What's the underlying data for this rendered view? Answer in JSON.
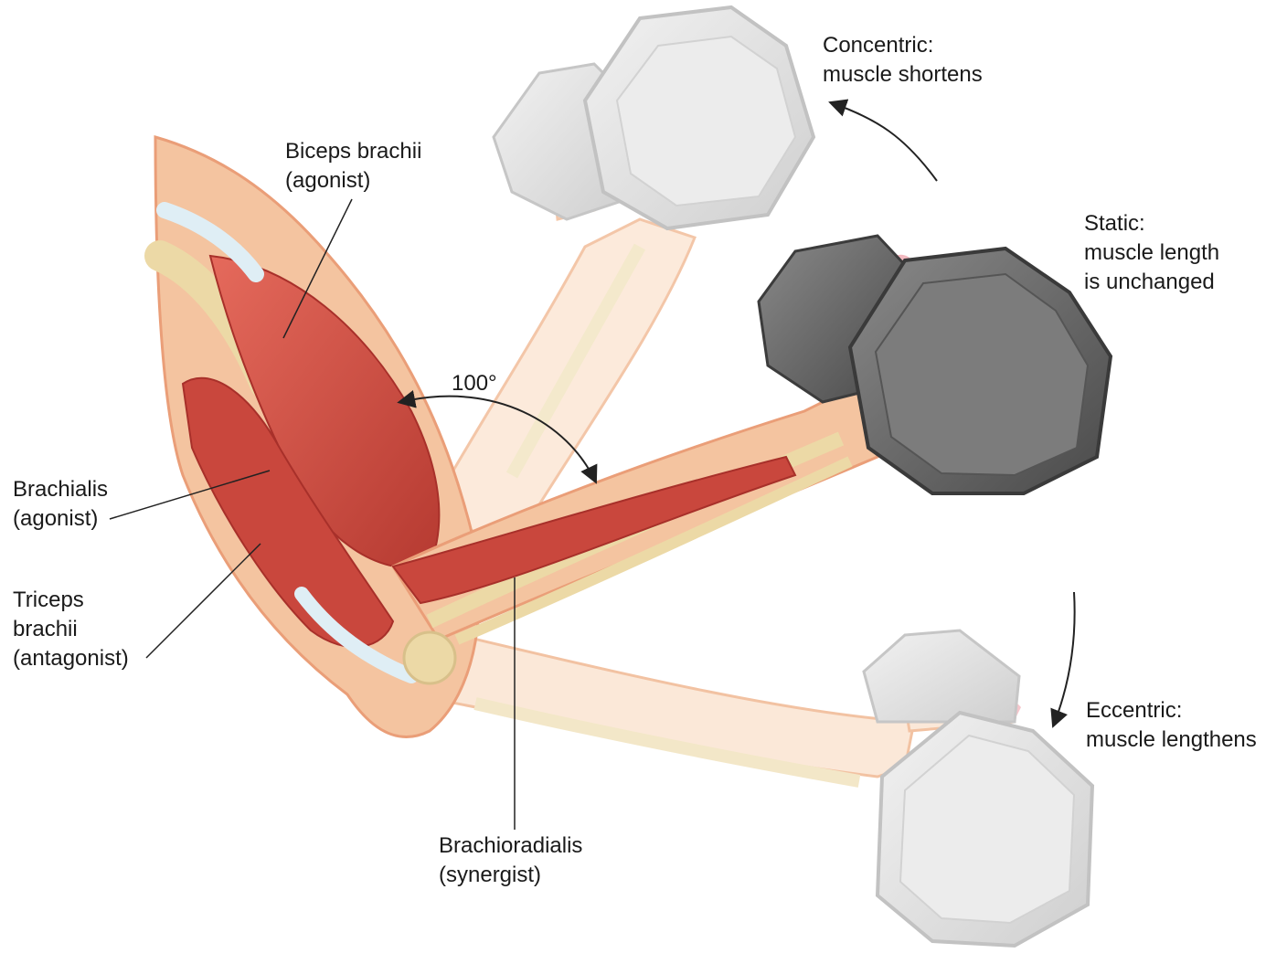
{
  "labels": {
    "biceps": {
      "line1": "Biceps brachii",
      "line2": "(agonist)"
    },
    "brachialis": {
      "line1": "Brachialis",
      "line2": "(agonist)"
    },
    "triceps": {
      "line1": "Triceps",
      "line2": "brachii",
      "line3": "(antagonist)"
    },
    "brachioradialis": {
      "line1": "Brachioradialis",
      "line2": "(synergist)"
    },
    "angle": "100°",
    "concentric": {
      "line1": "Concentric:",
      "line2": "muscle shortens"
    },
    "static": {
      "line1": "Static:",
      "line2": "muscle length",
      "line3": "is unchanged"
    },
    "eccentric": {
      "line1": "Eccentric:",
      "line2": "muscle lengthens"
    }
  },
  "colors": {
    "skin": "#f4c4a0",
    "skin_light": "#fbe3cf",
    "muscle": "#d9574a",
    "muscle_dark": "#b93b32",
    "bone": "#ecd9a6",
    "tendon": "#dfeef5",
    "dumbbell_dark": "#6a6a6a",
    "dumbbell_light": "#dcdcdc",
    "leader_line": "#222222"
  },
  "icons": {
    "concentric_arrow": "curved-arrow-up-icon",
    "eccentric_arrow": "curved-arrow-down-icon",
    "angle_arrow": "double-headed-arc-arrow-icon"
  }
}
